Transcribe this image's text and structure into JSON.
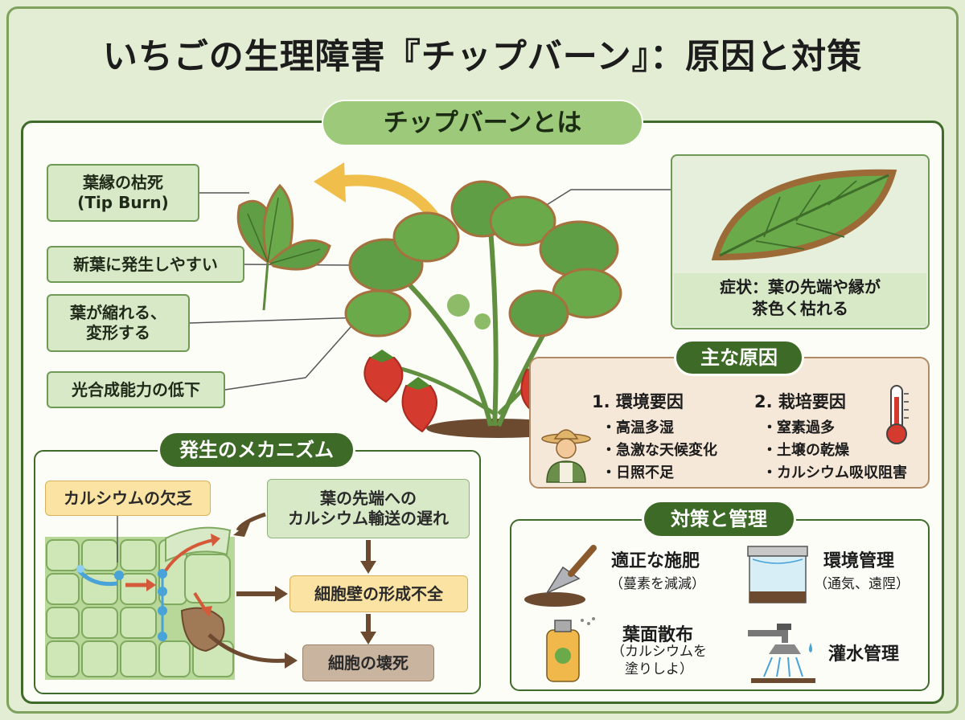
{
  "title": "いちごの生理障害『チップバーン』：原因と対策",
  "about": {
    "heading": "チップバーンとは",
    "labels": [
      "葉縁の枯死\n(Tip Burn)",
      "新葉に発生しやすい",
      "葉が縮れる、\n変形する",
      "光合成能力の低下"
    ],
    "symptom": "症状：葉の先端や縁が\n茶色く枯れる"
  },
  "causes": {
    "heading": "主な原因",
    "env_title": "1. 環境要因",
    "env_items": [
      "・高温多湿",
      "・急激な天候変化",
      "・日照不足"
    ],
    "cult_title": "2. 栽培要因",
    "cult_items": [
      "・窒素過多",
      "・土壌の乾燥",
      "・カルシウム吸収阻害"
    ]
  },
  "mechanism": {
    "heading": "発生のメカニズム",
    "deficiency": "カルシウムの欠乏",
    "transport": "葉の先端への\nカルシウム輸送の遅れ",
    "cellwall": "細胞壁の形成不全",
    "necrosis": "細胞の壊死"
  },
  "measures": {
    "heading": "対策と管理",
    "fert_title": "適正な施肥",
    "fert_sub": "（蔓素を減減）",
    "env_title": "環境管理",
    "env_sub": "（通気、遠陧）",
    "spray_title": "葉面散布",
    "spray_sub": "（カルシウムを\n塗りしよ）",
    "water_title": "灌水管理"
  },
  "colors": {
    "dark_green": "#3d6a27",
    "light_green": "#9cc97a",
    "cause_bg": "#f6e8d8",
    "cause_border": "#b08a62",
    "yellow_box": "#fbe3a3",
    "brown_box": "#c9b4a0"
  }
}
